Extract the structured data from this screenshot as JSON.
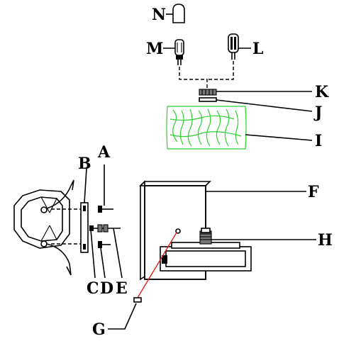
{
  "labels": {
    "A": "A",
    "B": "B",
    "C": "C",
    "D": "D",
    "E": "E",
    "F": "F",
    "G": "G",
    "H": "H",
    "I": "I",
    "J": "J",
    "K": "K",
    "L": "L",
    "M": "M",
    "N": "N"
  },
  "colors": {
    "shade": "#2fd12f",
    "wire": "#e02020",
    "line": "#000000"
  }
}
